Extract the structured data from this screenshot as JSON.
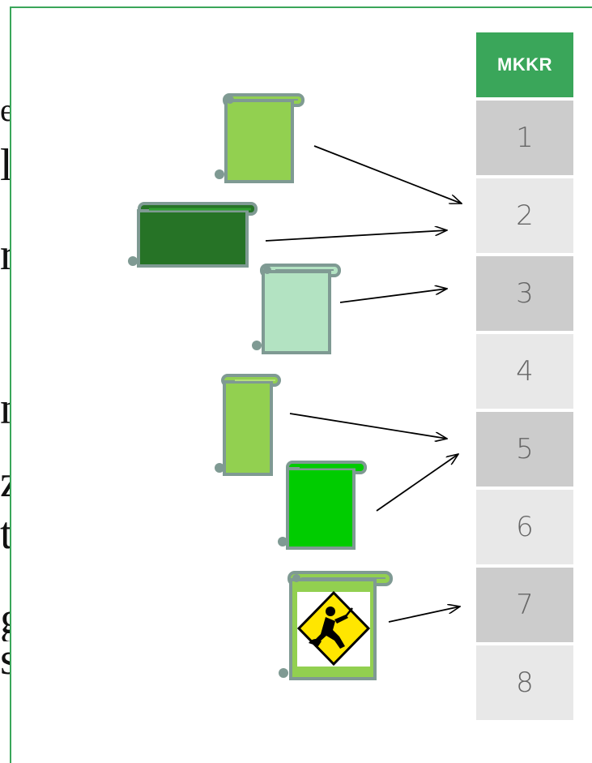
{
  "left_text_fragments": [
    "e",
    "l",
    "r",
    "n",
    "z",
    "t",
    "g",
    "s"
  ],
  "table": {
    "header": "MKKR",
    "rows": [
      "1",
      "2",
      "3",
      "4",
      "5",
      "6",
      "7",
      "8"
    ]
  },
  "colors": {
    "border": "#3aa65a",
    "header_bg": "#3aa65a",
    "row_dark": "#cccccc",
    "row_light": "#e8e8e8",
    "scroll_outline": "#7f9a93",
    "scroll_light_green": "#92d050",
    "scroll_dark_green": "#267326",
    "scroll_mint": "#b3e3c2",
    "scroll_bright_green": "#00cc00",
    "warning_yellow": "#ffe600"
  },
  "scrolls": [
    {
      "name": "light-green-scroll",
      "fill": "#92d050",
      "target": "2"
    },
    {
      "name": "dark-green-landscape-scroll",
      "fill": "#267326",
      "target": "2"
    },
    {
      "name": "mint-scroll",
      "fill": "#b3e3c2",
      "target": "3"
    },
    {
      "name": "narrow-green-scroll",
      "fill": "#92d050",
      "target": "5"
    },
    {
      "name": "bright-green-scroll",
      "fill": "#00cc00",
      "target": "5"
    },
    {
      "name": "under-construction-scroll",
      "fill": "#92d050",
      "target": "7",
      "icon": "worker-warning-sign-icon"
    }
  ]
}
